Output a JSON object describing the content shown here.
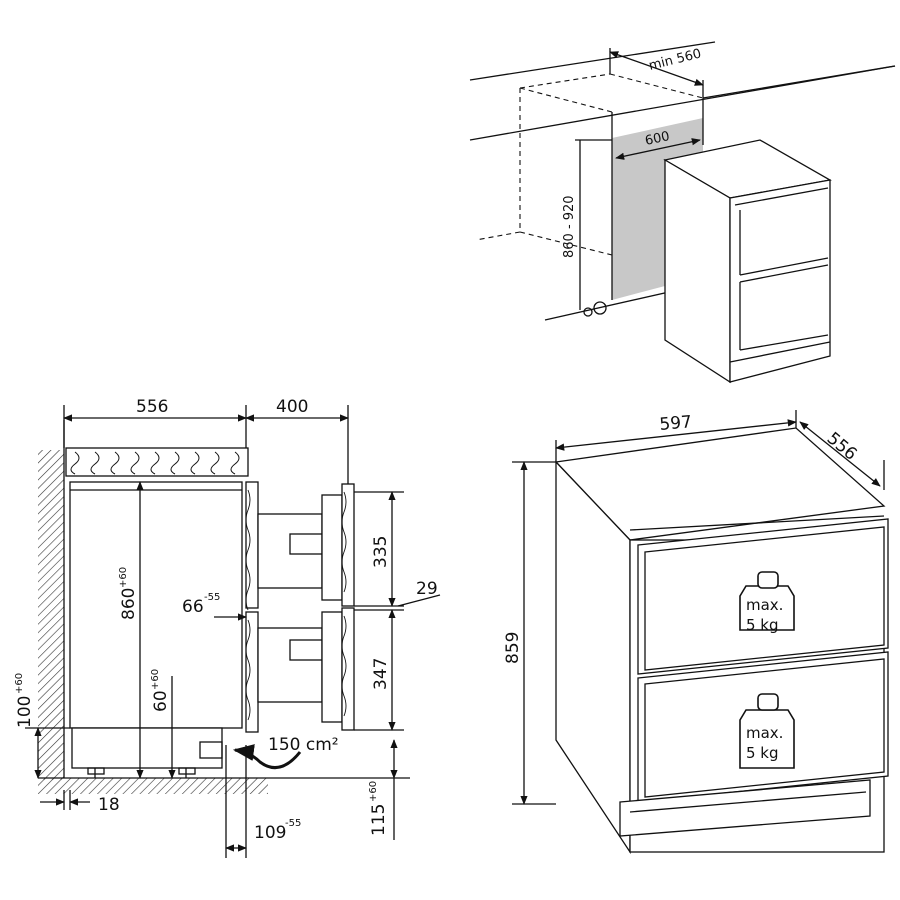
{
  "top_view": {
    "min_depth_label": "min 560",
    "width_label": "600",
    "height_label": "860 - 920"
  },
  "side_view": {
    "depth_label": "556",
    "drawer_extension_label": "400",
    "height_label": "860",
    "height_tol": "+60",
    "upper_drawer_label": "335",
    "gap_label": "29",
    "lower_drawer_label": "347",
    "door_offset_label": "66",
    "door_offset_tol": "-55",
    "plinth_height_label": "100",
    "plinth_height_tol": "+60",
    "foot_height_label": "60",
    "foot_height_tol": "+60",
    "ventilation_label": "150 cm²",
    "foot_inset_label": "18",
    "plinth_depth_label": "109",
    "plinth_depth_tol": "-55",
    "floor_height_label": "115",
    "floor_height_tol": "+60"
  },
  "front_view": {
    "width_label": "597",
    "depth_label": "556",
    "height_label": "859",
    "upper_weight": {
      "line1": "max.",
      "line2": "5 kg"
    },
    "lower_weight": {
      "line1": "max.",
      "line2": "5 kg"
    }
  }
}
